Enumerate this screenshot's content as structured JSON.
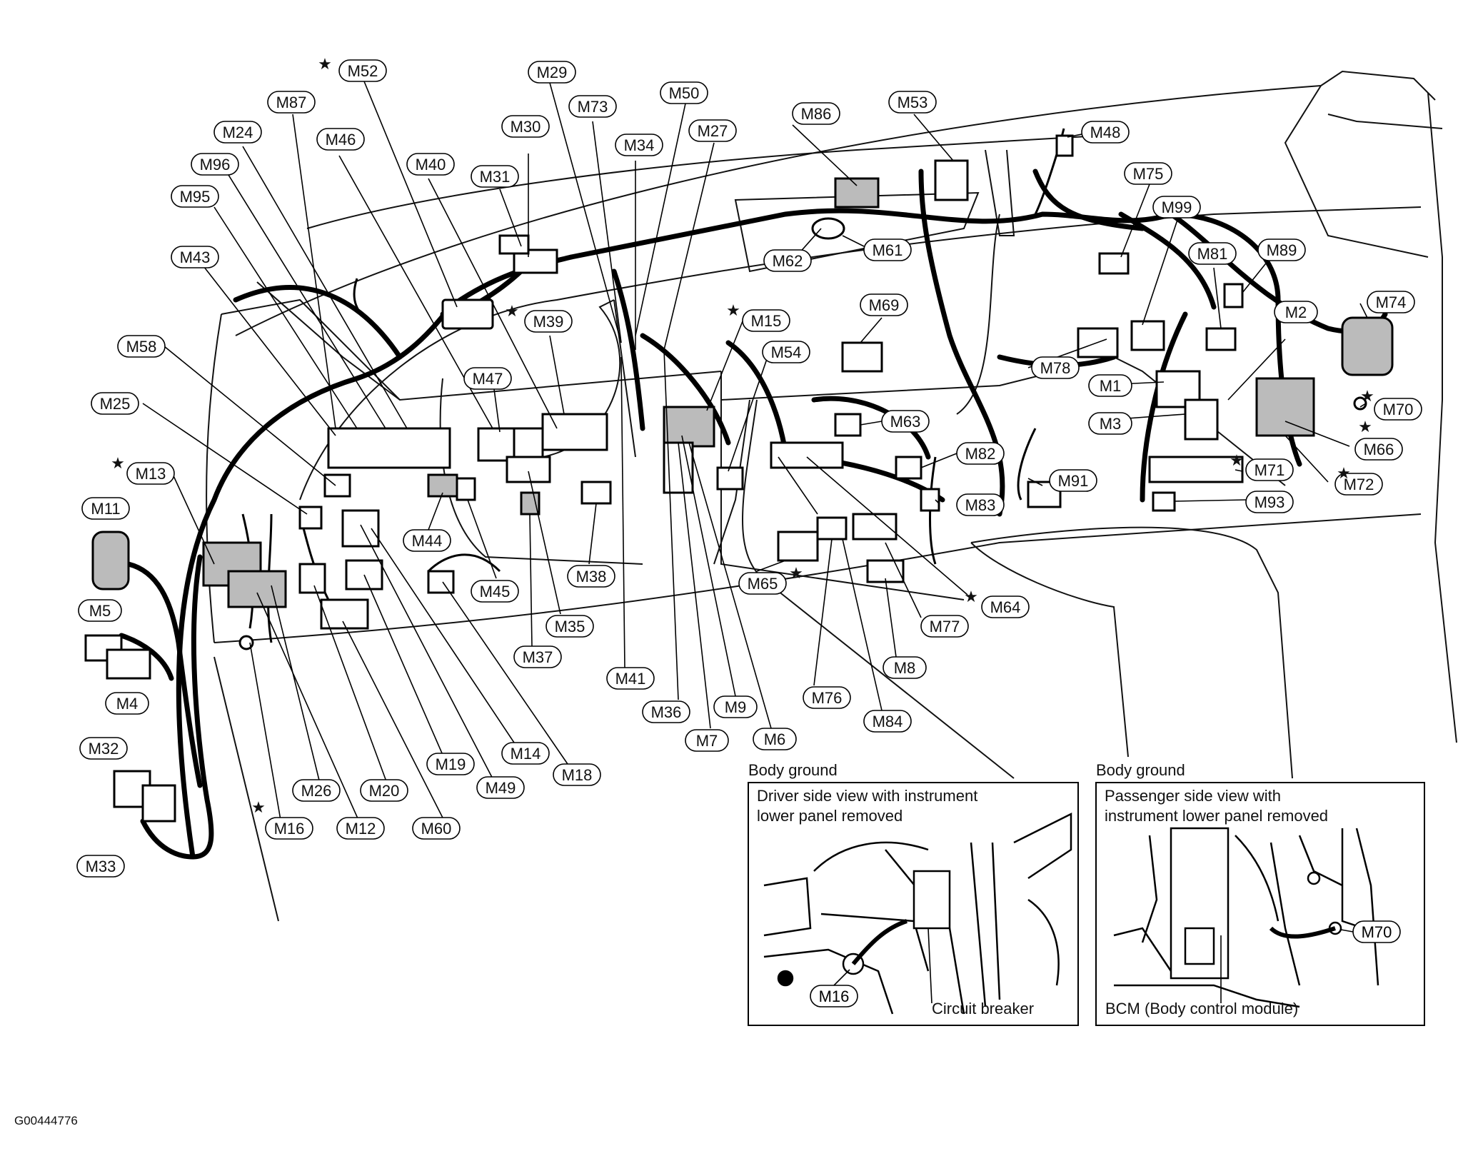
{
  "figure_code": "G00444776",
  "connectors": [
    {
      "id": "M52",
      "star": true
    },
    {
      "id": "M29"
    },
    {
      "id": "M50"
    },
    {
      "id": "M87"
    },
    {
      "id": "M73"
    },
    {
      "id": "M86"
    },
    {
      "id": "M53"
    },
    {
      "id": "M24"
    },
    {
      "id": "M46"
    },
    {
      "id": "M30"
    },
    {
      "id": "M27"
    },
    {
      "id": "M48"
    },
    {
      "id": "M34"
    },
    {
      "id": "M96"
    },
    {
      "id": "M40"
    },
    {
      "id": "M31"
    },
    {
      "id": "M75"
    },
    {
      "id": "M95"
    },
    {
      "id": "M99"
    },
    {
      "id": "M61"
    },
    {
      "id": "M62"
    },
    {
      "id": "M43"
    },
    {
      "id": "M81"
    },
    {
      "id": "M89"
    },
    {
      "id": "M74"
    },
    {
      "id": "M69"
    },
    {
      "id": "M15",
      "star": true
    },
    {
      "id": "M39",
      "star": true
    },
    {
      "id": "M2"
    },
    {
      "id": "M58"
    },
    {
      "id": "M54"
    },
    {
      "id": "M78"
    },
    {
      "id": "M47"
    },
    {
      "id": "M1"
    },
    {
      "id": "M25"
    },
    {
      "id": "M70",
      "star": true
    },
    {
      "id": "M3"
    },
    {
      "id": "M63"
    },
    {
      "id": "M66",
      "star": true
    },
    {
      "id": "M82"
    },
    {
      "id": "M13",
      "star": true
    },
    {
      "id": "M71",
      "star": true
    },
    {
      "id": "M91"
    },
    {
      "id": "M72",
      "star": true
    },
    {
      "id": "M83"
    },
    {
      "id": "M93"
    },
    {
      "id": "M11"
    },
    {
      "id": "M44"
    },
    {
      "id": "M38"
    },
    {
      "id": "M65",
      "star": true
    },
    {
      "id": "M64",
      "star": true
    },
    {
      "id": "M45"
    },
    {
      "id": "M5"
    },
    {
      "id": "M35"
    },
    {
      "id": "M77"
    },
    {
      "id": "M37"
    },
    {
      "id": "M8"
    },
    {
      "id": "M41"
    },
    {
      "id": "M76"
    },
    {
      "id": "M4"
    },
    {
      "id": "M36"
    },
    {
      "id": "M9"
    },
    {
      "id": "M84"
    },
    {
      "id": "M7"
    },
    {
      "id": "M6"
    },
    {
      "id": "M32"
    },
    {
      "id": "M19"
    },
    {
      "id": "M14"
    },
    {
      "id": "M18"
    },
    {
      "id": "M49"
    },
    {
      "id": "M26"
    },
    {
      "id": "M20"
    },
    {
      "id": "M33"
    },
    {
      "id": "M16",
      "star": true
    },
    {
      "id": "M12"
    },
    {
      "id": "M60"
    }
  ],
  "insets": {
    "driver": {
      "heading": "Body ground",
      "title_line1": "Driver side view with instrument",
      "title_line2": "lower panel removed",
      "label_connector": "M16",
      "callout": "Circuit breaker"
    },
    "passenger": {
      "heading": "Body ground",
      "title_line1": "Passenger side view with",
      "title_line2": "instrument lower panel removed",
      "label_connector": "M70",
      "callout": "BCM (Body control module)"
    }
  }
}
